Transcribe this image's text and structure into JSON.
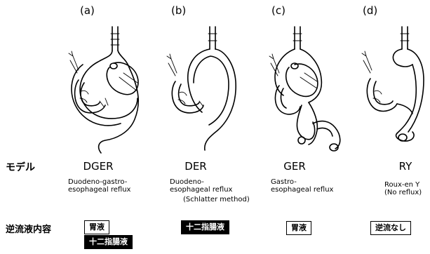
{
  "panels": [
    {
      "letter": "(a)",
      "model": "DGER",
      "desc": [
        "Duodeno-gastro-",
        "esophageal reflux"
      ],
      "note": "",
      "reflux": [
        {
          "text": "胃液",
          "inverted": false
        },
        {
          "text": "十二指腸液",
          "inverted": true
        }
      ]
    },
    {
      "letter": "(b)",
      "model": "DER",
      "desc": [
        "Duodeno-",
        "esophageal reflux"
      ],
      "note": "(Schlatter method)",
      "reflux": [
        {
          "text": "十二指腸液",
          "inverted": true
        }
      ]
    },
    {
      "letter": "(c)",
      "model": "GER",
      "desc": [
        "Gastro-",
        "esophageal reflux"
      ],
      "note": "",
      "reflux": [
        {
          "text": "胃液",
          "inverted": false
        }
      ]
    },
    {
      "letter": "(d)",
      "model": "RY",
      "desc": [
        "Roux-en Y",
        "(No reflux)"
      ],
      "note": "",
      "reflux": [
        {
          "text": "逆流なし",
          "inverted": false
        }
      ]
    }
  ],
  "row_labels": {
    "model": "モデル",
    "reflux": "逆流液内容"
  }
}
